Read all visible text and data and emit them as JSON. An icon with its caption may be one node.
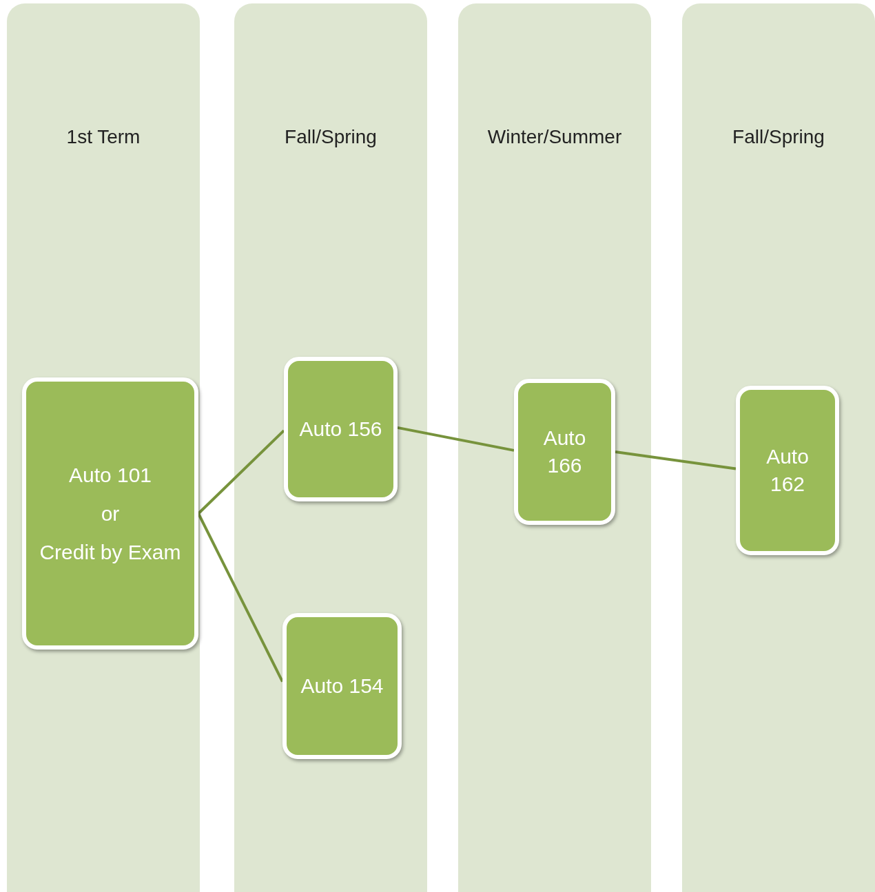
{
  "diagram": {
    "nodes": [
      {
        "text": [
          "1st Term"
        ]
      },
      {
        "text": [
          "Fall/Spring"
        ]
      },
      {
        "text": [
          "Winter/Summer"
        ]
      },
      {
        "text": [
          "Fall/Spring"
        ]
      },
      {
        "text": [
          "Auto 101",
          "or",
          "Credit by Exam"
        ],
        "in": 0
      },
      {
        "text": [
          "Auto 156"
        ],
        "in": 1
      },
      {
        "text": [
          "Auto 154"
        ],
        "in": 1
      },
      {
        "text": [
          "Auto 166"
        ],
        "in": 2
      },
      {
        "text": [
          "Auto 162"
        ],
        "in": 3
      }
    ],
    "edges": [
      {
        "from": 4,
        "to": 5,
        "arrow": "none"
      },
      {
        "from": 4,
        "to": 6,
        "arrow": "none"
      },
      {
        "from": 5,
        "to": 7,
        "arrow": "none"
      },
      {
        "from": 7,
        "to": 8,
        "arrow": "none"
      }
    ]
  }
}
